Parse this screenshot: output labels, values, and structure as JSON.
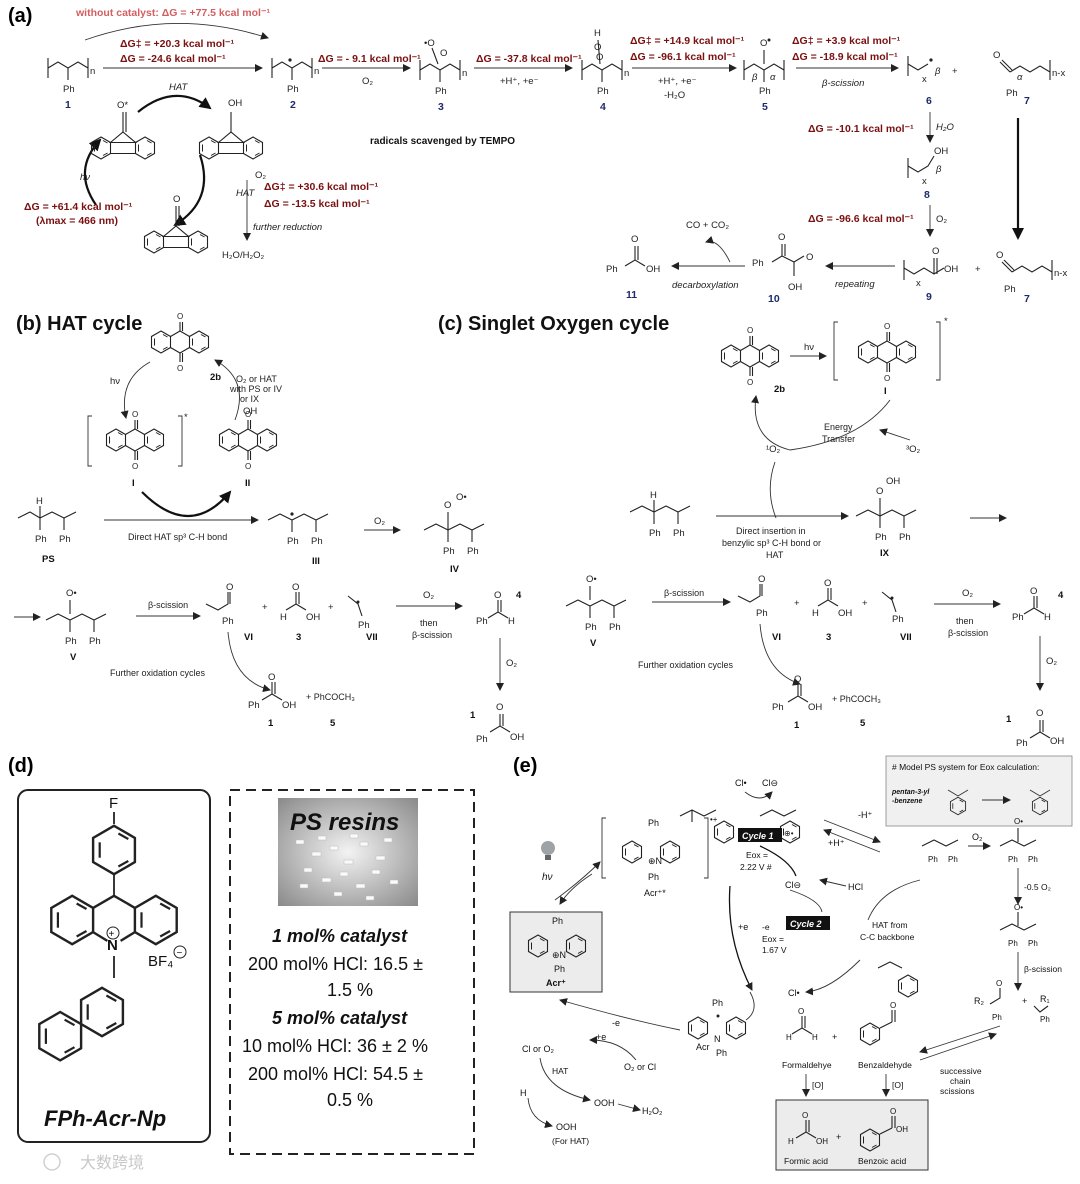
{
  "panels": {
    "a": "(a)",
    "b": "(b)",
    "c": "(c)",
    "d": "(d)",
    "e": "(e)"
  },
  "a": {
    "no_cat": "without catalyst: ΔG = +77.5 kcal mol⁻¹",
    "e1a": "ΔG‡ = +20.3 kcal mol⁻¹",
    "e1b": "ΔG = -24.6 kcal mol⁻¹",
    "e2": "ΔG = - 9.1 kcal mol⁻¹",
    "e3": "ΔG = -37.8 kcal mol⁻¹",
    "e4a": "ΔG‡ = +14.9 kcal mol⁻¹",
    "e4b": "ΔG = -96.1 kcal mol⁻¹",
    "e5a": "ΔG‡ = +3.9 kcal mol⁻¹",
    "e5b": "ΔG = -18.9 kcal mol⁻¹",
    "e6": "ΔG = -10.1 kcal mol⁻¹",
    "e8": "ΔG = -96.6 kcal mol⁻¹",
    "e_cat_a": "ΔG‡ = +30.6 kcal mol⁻¹",
    "e_cat_b": "ΔG = -13.5 kcal mol⁻¹",
    "e_hv1": "ΔG = +61.4 kcal mol⁻¹",
    "e_hv2": "(λmax = 466 nm)",
    "HAT": "HAT",
    "O2": "O₂",
    "H_e": "+H⁺, +e⁻",
    "H_e_w1": "+H⁺, +e⁻",
    "H_e_w2": "-H₂O",
    "beta": "β-scission",
    "H2O": "H₂O",
    "hv": "hν",
    "further_red": "further reduction",
    "H2O_H2O2": "H₂O/H₂O₂",
    "tempo": "radicals scavenged by TEMPO",
    "co_co2": "CO + CO₂",
    "decarb": "decarboxylation",
    "repeating": "repeating",
    "Ph": "Ph",
    "OH": "OH",
    "n": "n",
    "nx": "n-x",
    "x": "x",
    "alpha": "α",
    "betag": "β",
    "nums": [
      "1",
      "2",
      "3",
      "4",
      "5",
      "6",
      "7",
      "8",
      "9",
      "7",
      "10",
      "11"
    ]
  },
  "b": {
    "title": "HAT cycle",
    "hv": "hν",
    "o2hat": [
      "O₂ or HAT",
      "with PS or IV",
      "or IX"
    ],
    "l2b": "2b",
    "lI": "I",
    "lII": "II",
    "PS": "PS",
    "III": "III",
    "IV": "IV",
    "V": "V",
    "VI": "VI",
    "VII": "VII",
    "direct": "Direct HAT sp³ C-H bond",
    "O2": "O₂",
    "beta": "β-scission",
    "then": "then",
    "thenb": "β-scission",
    "l3": "3",
    "l4": "4",
    "l1": "1",
    "l5": "5",
    "further": "Further oxidation cycles",
    "phcoch3": "+ PhCOCH₃"
  },
  "c": {
    "title": "Singlet Oxygen cycle",
    "hv": "hν",
    "l2b": "2b",
    "lI": "I",
    "energy": [
      "Energy",
      "Transfer"
    ],
    "o1": "¹O₂",
    "o3": "³O₂",
    "direct": [
      "Direct insertion in",
      "benzylic sp³ C-H bond or",
      "HAT"
    ],
    "IX": "IX",
    "V": "V",
    "VI": "VI",
    "VII": "VII",
    "beta": "β-scission",
    "O2": "O₂",
    "then": "then",
    "thenb": "β-scission",
    "l3": "3",
    "l4": "4",
    "l1": "1",
    "l5": "5",
    "further": "Further oxidation cycles",
    "phcoch3": "+ PhCOCH₃"
  },
  "d": {
    "catalyst": "FPh-Acr-Np",
    "F": "F",
    "N": "N",
    "bf4": "BF₄",
    "resins": "PS resins",
    "c1": "1 mol% catalyst",
    "c1a": "200 mol% HCl: 16.5 ±",
    "c1b": "1.5 %",
    "c5": "5 mol% catalyst",
    "c5a": "10 mol% HCl: 36 ± 2 %",
    "c5b": "200 mol% HCl: 54.5 ±",
    "c5c": "0.5 %"
  },
  "e": {
    "model": "# Model PS system for Eox calculation:",
    "pentan": [
      "pentan-3-yl",
      "-benzene"
    ],
    "cycle1": "Cycle 1",
    "cycle2": "Cycle 2",
    "eox1": [
      "Eox =",
      "2.22 V #"
    ],
    "eox2": [
      "-e",
      "Eox =",
      "1.67 V"
    ],
    "acr_star": "Acr⁺*",
    "acr_plus": "Acr⁺",
    "acr_rad": "Acr",
    "hv": "hν",
    "Ph": "Ph",
    "N": "N",
    "cl": "Cl",
    "hcl": "HCl",
    "minush": "-H⁺",
    "plush": "+H⁺",
    "hat_from": [
      "HAT from",
      "C-C backbone"
    ],
    "O2": "O₂",
    "minus05": "-0.5 O₂",
    "beta": "β-scission",
    "successive": [
      "successive",
      "chain",
      "scissions"
    ],
    "formaldehyde": "Formaldehye",
    "benzaldehyde": "Benzaldehyde",
    "ox": "[O]",
    "formic": "Formic acid",
    "benzoic": "Benzoic acid",
    "plus_e": "+e",
    "minus_e": "-e",
    "o2_or_cl": "O₂ or Cl",
    "cl_or_o2": "Cl or O₂",
    "hat": "HAT",
    "ooh": "OOH",
    "h2o2": "H₂O₂",
    "for_hat": "(For HAT)",
    "H": "H",
    "R2": "R₂",
    "R1": "R₁"
  },
  "watermark": "大数跨境"
}
